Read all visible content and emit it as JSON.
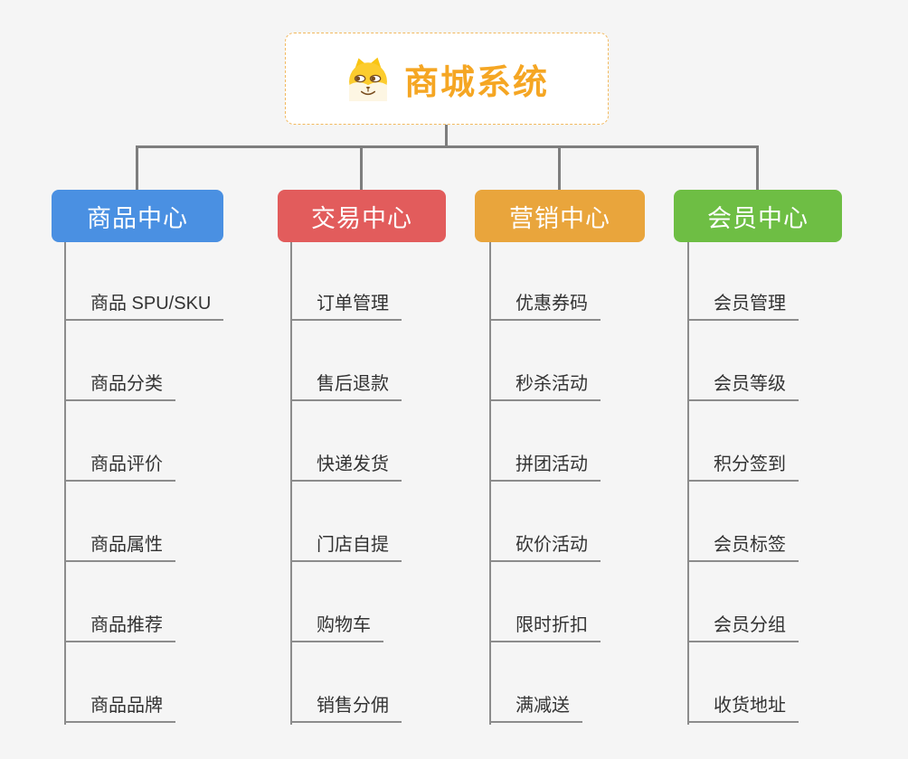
{
  "page": {
    "background": "#f5f5f5",
    "connector_color": "#7e7e7e",
    "underline_color": "#8c8c8c"
  },
  "root": {
    "title": "商城系统",
    "icon": "doge-icon",
    "text_color": "#f5a623",
    "border_color": "#f2b95f",
    "background": "#ffffff"
  },
  "branches": [
    {
      "label": "商品中心",
      "color": "#4a90e2",
      "children": [
        "商品 SPU/SKU",
        "商品分类",
        "商品评价",
        "商品属性",
        "商品推荐",
        "商品品牌"
      ]
    },
    {
      "label": "交易中心",
      "color": "#e25c5c",
      "children": [
        "订单管理",
        "售后退款",
        "快递发货",
        "门店自提",
        "购物车",
        "销售分佣"
      ]
    },
    {
      "label": "营销中心",
      "color": "#e9a53c",
      "children": [
        "优惠券码",
        "秒杀活动",
        "拼团活动",
        "砍价活动",
        "限时折扣",
        "满减送"
      ]
    },
    {
      "label": "会员中心",
      "color": "#6ebe44",
      "children": [
        "会员管理",
        "会员等级",
        "积分签到",
        "会员标签",
        "会员分组",
        "收货地址"
      ]
    }
  ]
}
